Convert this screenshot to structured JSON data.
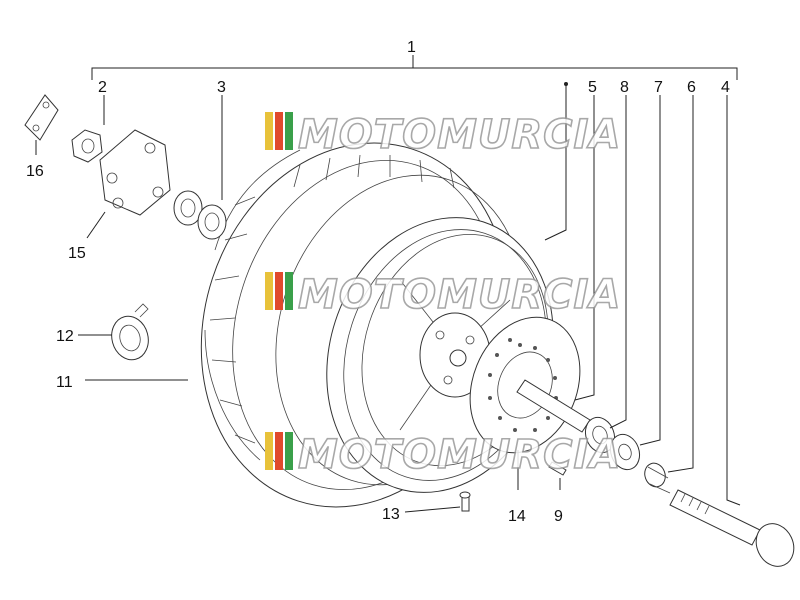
{
  "diagram": {
    "labels": {
      "p1": "1",
      "p2": "2",
      "p3": "3",
      "p4": "4",
      "p5": "5",
      "p6": "6",
      "p7": "7",
      "p8": "8",
      "p9": "9",
      "p11": "11",
      "p12": "12",
      "p13": "13",
      "p14": "14",
      "p15": "15",
      "p16": "16"
    },
    "watermark": "MOTOMURCIA",
    "watermark_colors": [
      "#e8c23a",
      "#e04a2c",
      "#3aa04a"
    ]
  }
}
